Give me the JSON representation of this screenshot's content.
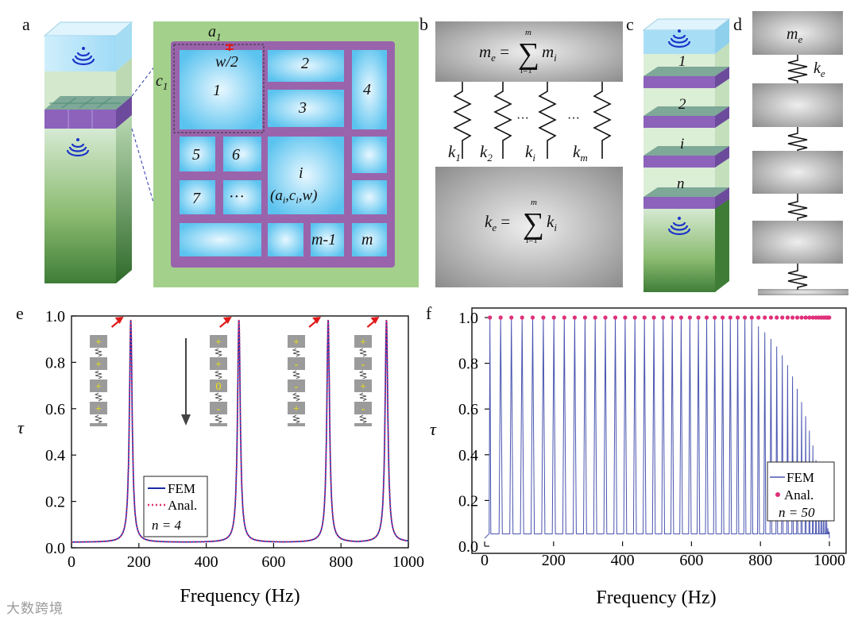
{
  "panel_labels": {
    "a": "a",
    "b": "b",
    "c": "c",
    "d": "d",
    "e": "e",
    "f": "f"
  },
  "panel_a": {
    "labels": {
      "a1": "a",
      "a1_sub": "1",
      "c1": "c",
      "c1_sub": "1",
      "w2": "w/2"
    },
    "cells": {
      "c1": "1",
      "c2": "2",
      "c3": "3",
      "c4": "4",
      "c5": "5",
      "c6": "6",
      "c7": "7",
      "dots": "···",
      "ci": "i",
      "ci_params": "(a",
      "ci_params_sub": "i",
      "cm1": "m-1",
      "cm": "m"
    }
  },
  "panel_b": {
    "top_mass_lhs": "m",
    "top_mass_lhs_sub": "e",
    "sum_top": "m",
    "sum_bottom": "i=1",
    "top_rhs": "m",
    "top_rhs_sub": "i",
    "bottom_lhs": "k",
    "bottom_lhs_sub": "e",
    "bottom_rhs": "k",
    "bottom_rhs_sub": "i",
    "springs": [
      {
        "k": "k",
        "sub": "1"
      },
      {
        "k": "k",
        "sub": "2"
      },
      {
        "k": "k",
        "sub": "i"
      },
      {
        "k": "k",
        "sub": "m"
      }
    ],
    "ellipsis": "···"
  },
  "panel_c": {
    "layers": [
      "1",
      "2",
      "i",
      "n"
    ]
  },
  "panel_d": {
    "mass": "m",
    "mass_sub": "e",
    "spring": "k",
    "spring_sub": "e"
  },
  "chart_e": {
    "type": "line",
    "xlabel": "Frequency (Hz)",
    "ylabel": "τ",
    "xlim": [
      0,
      1000
    ],
    "ylim": [
      0,
      1.0
    ],
    "xticks": [
      0,
      200,
      400,
      600,
      800,
      1000
    ],
    "yticks": [
      0.0,
      0.2,
      0.4,
      0.6,
      0.8,
      1.0
    ],
    "legend": {
      "fem": "FEM",
      "anal": "Anal.",
      "n": "n = 4",
      "position": "bottom-left"
    },
    "peaks": [
      176,
      497,
      762,
      935
    ],
    "peak_width": 5,
    "series": [
      {
        "name": "FEM",
        "color": "#1a2aa8",
        "style": "solid"
      },
      {
        "name": "Anal.",
        "color": "#e0306a",
        "style": "dotted"
      }
    ],
    "mode_signs": [
      [
        "+",
        "+",
        "+",
        "+"
      ],
      [
        "+",
        "+",
        "0",
        "-"
      ],
      [
        "+",
        "-",
        "-",
        "+"
      ],
      [
        "+",
        "-",
        "+",
        "-"
      ]
    ]
  },
  "chart_f": {
    "type": "line",
    "xlabel": "Frequency (Hz)",
    "ylabel": "τ",
    "xlim": [
      0,
      1000
    ],
    "ylim": [
      0,
      1.0
    ],
    "xticks": [
      0,
      200,
      400,
      600,
      800,
      1000
    ],
    "yticks": [
      0.0,
      0.2,
      0.4,
      0.6,
      0.8,
      1.0
    ],
    "legend": {
      "fem": "FEM",
      "anal": "Anal.",
      "n": "n = 50",
      "position": "bottom-right"
    },
    "n_modes": 50,
    "f_max": 1000,
    "anal_value": 1.0,
    "series": [
      {
        "name": "FEM",
        "color": "#4a55b0",
        "style": "solid"
      },
      {
        "name": "Anal.",
        "color": "#e0307a",
        "style": "markers"
      }
    ]
  },
  "watermark": "大数跨境"
}
